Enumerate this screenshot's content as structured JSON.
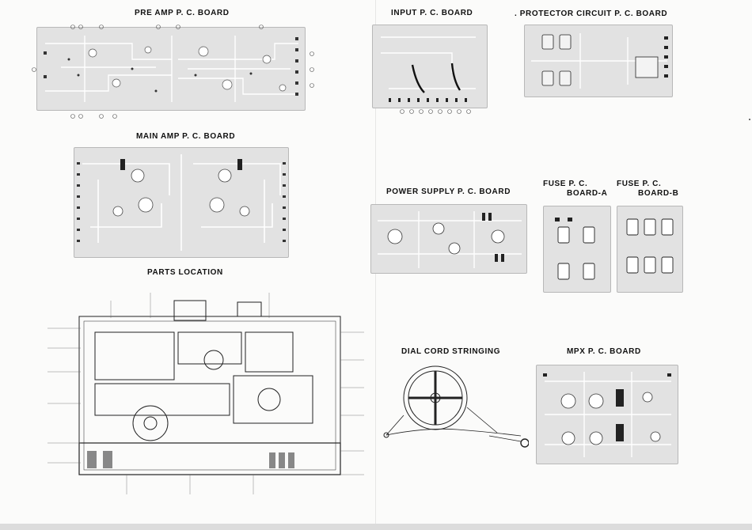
{
  "document": {
    "sections": {
      "pre_amp": "PRE AMP P. C. BOARD",
      "main_amp": "MAIN AMP P. C. BOARD",
      "parts_location": "PARTS LOCATION",
      "input": "INPUT P. C. BOARD",
      "protector": ". PROTECTOR CIRCUIT P. C. BOARD",
      "power_supply": "POWER SUPPLY P. C. BOARD",
      "fuse_a_line1": "FUSE P. C.",
      "fuse_a_line2": "BOARD-A",
      "fuse_b_line1": "FUSE P. C.",
      "fuse_b_line2": "BOARD-B",
      "dial_cord": "DIAL CORD STRINGING",
      "mpx": "MPX P. C. BOARD"
    }
  },
  "colors": {
    "board_fill": "#e2e2e2",
    "trace": "#ffffff",
    "ink": "#1a1a1a"
  }
}
